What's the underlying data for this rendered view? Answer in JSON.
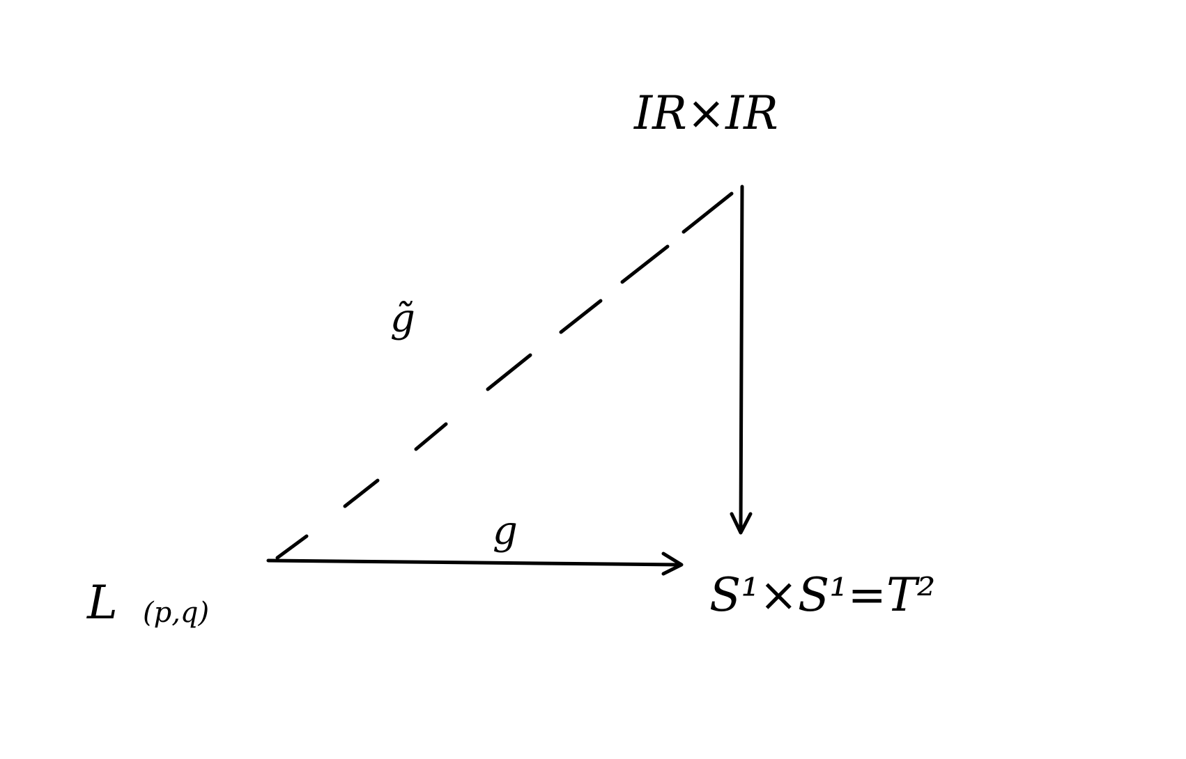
{
  "diagram": {
    "nodes": {
      "top_right": "IR×IR",
      "bottom_left_main": "L",
      "bottom_left_args": "(p,q)",
      "bottom_right": "S¹×S¹=T²"
    },
    "arrows": {
      "horizontal_label": "g",
      "lift_label": "g̃"
    }
  }
}
